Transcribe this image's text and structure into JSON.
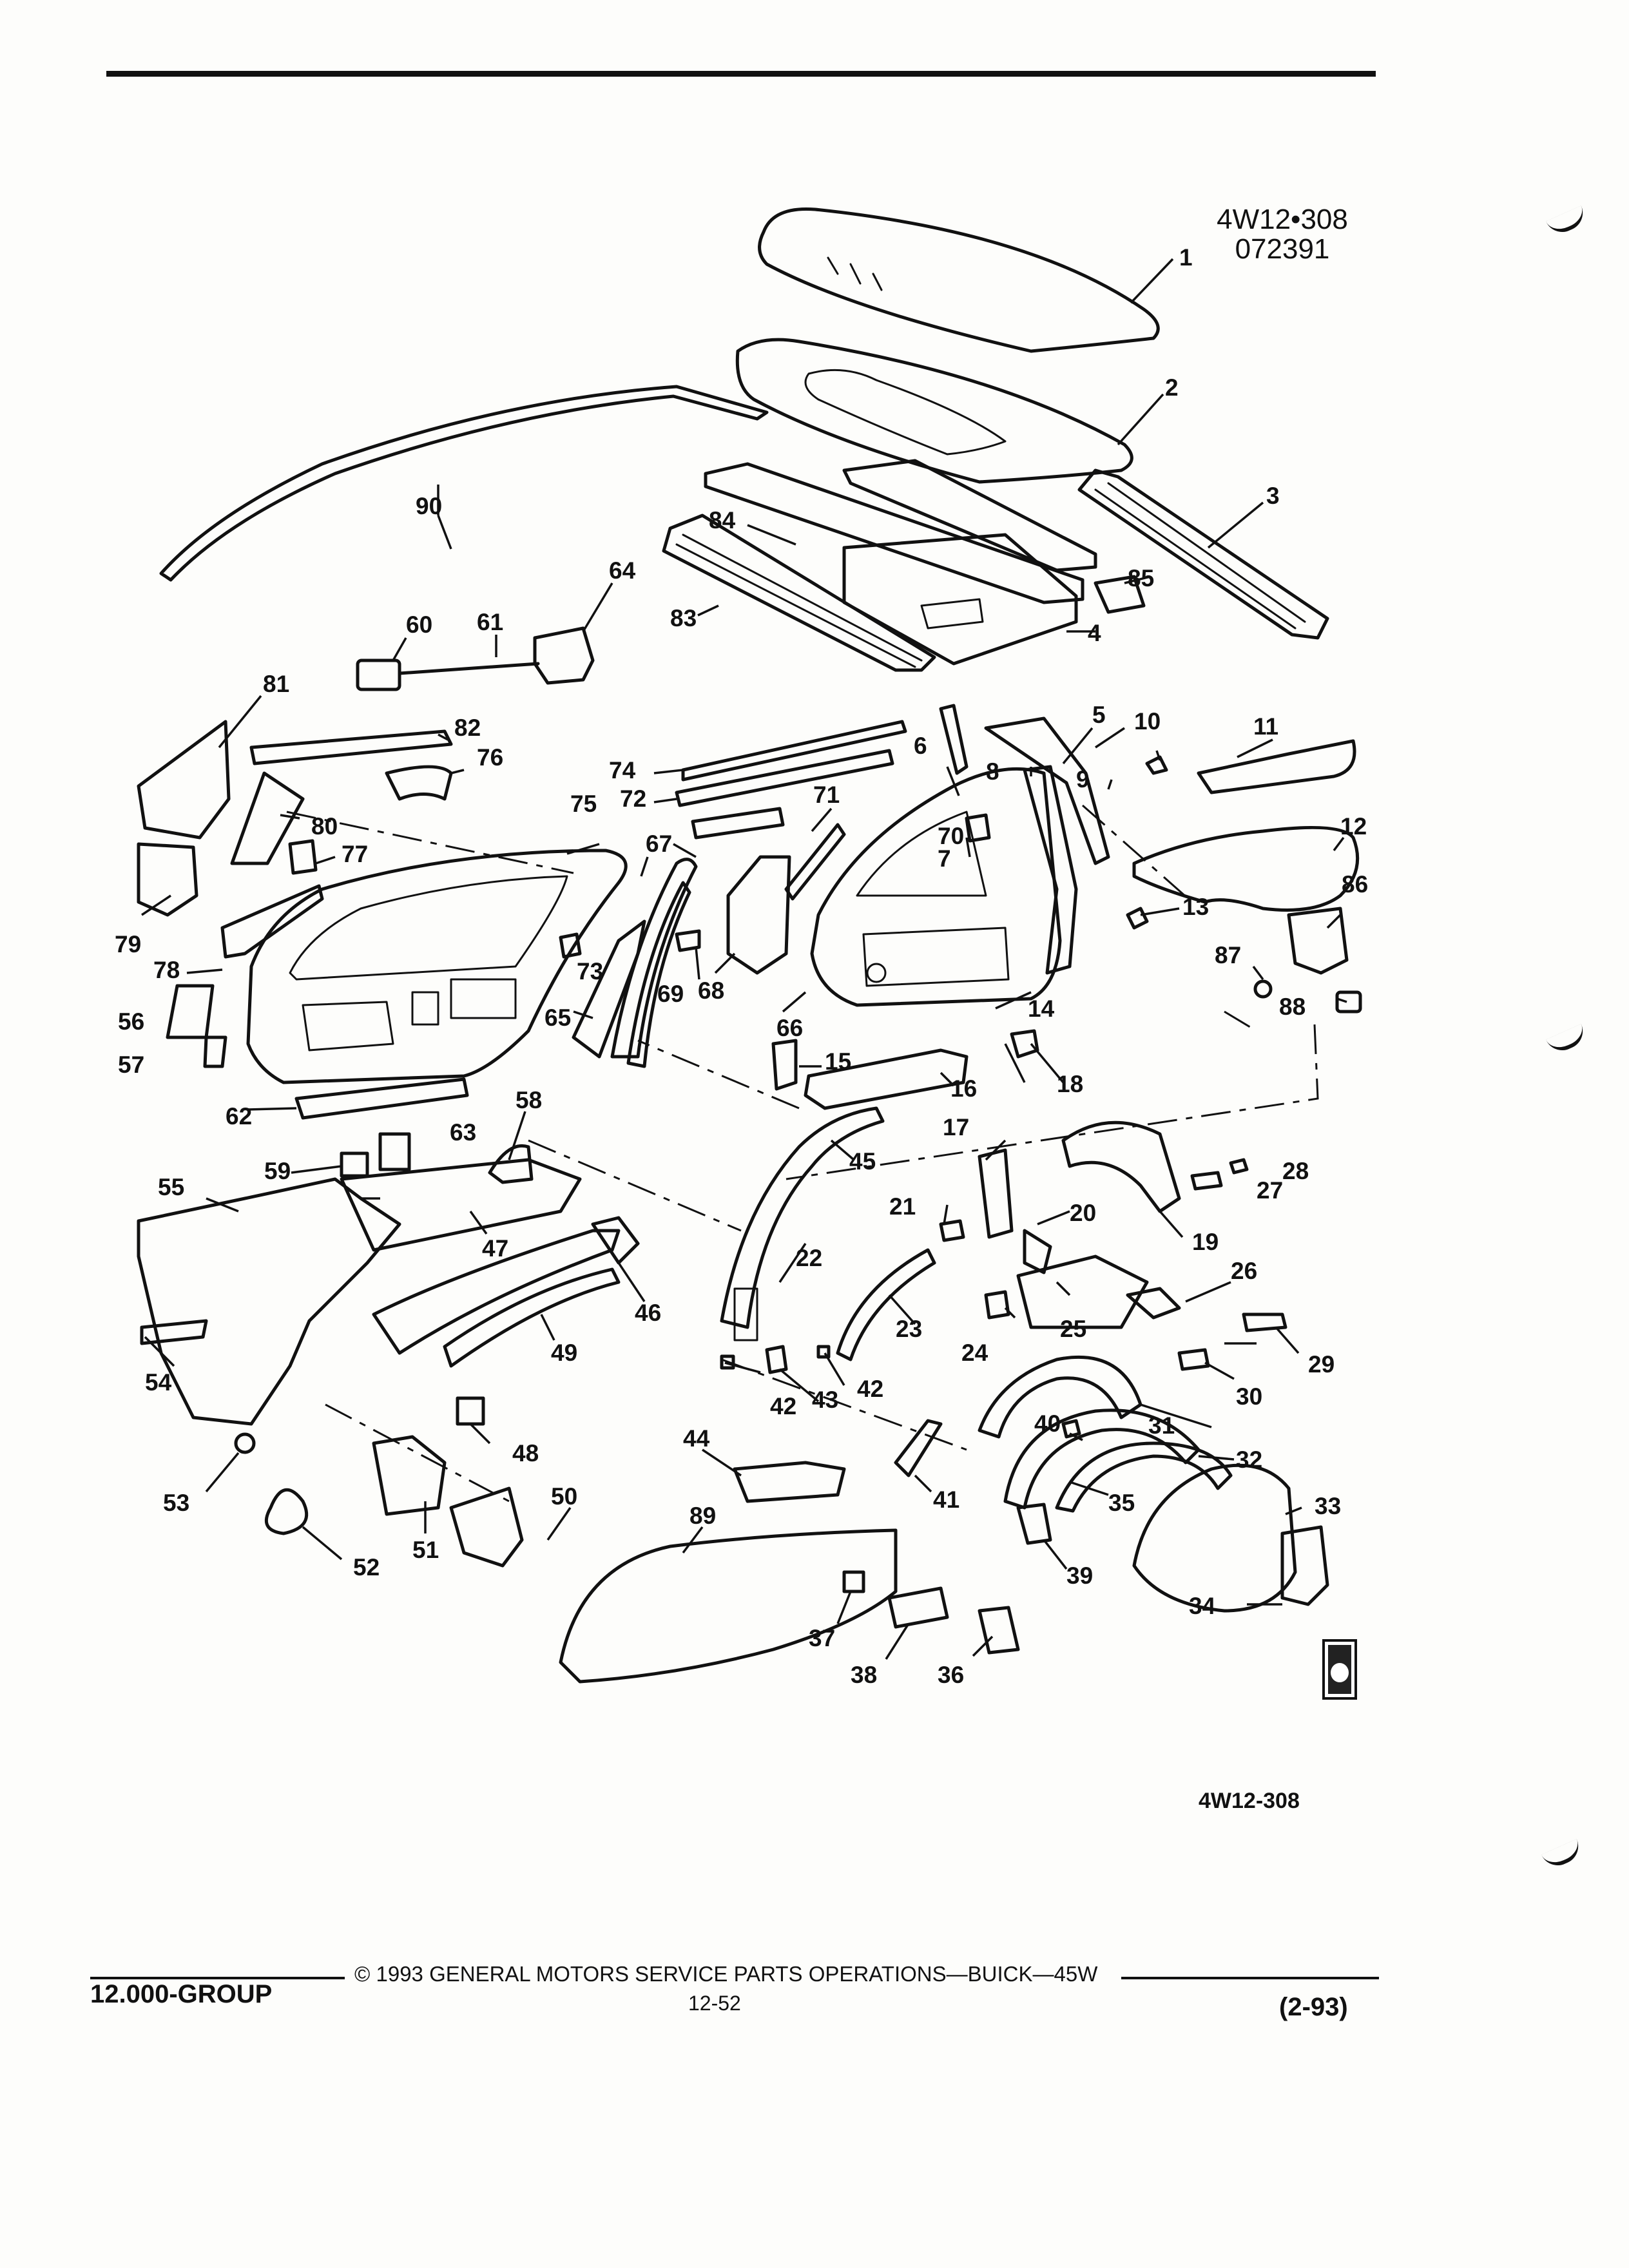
{
  "header": {
    "illustration_code": "4W12•308",
    "illustration_date": "072391"
  },
  "diagram": {
    "callouts": [
      "1",
      "2",
      "3",
      "4",
      "5",
      "6",
      "7",
      "8",
      "9",
      "10",
      "11",
      "12",
      "13",
      "14",
      "15",
      "16",
      "17",
      "18",
      "19",
      "20",
      "21",
      "22",
      "23",
      "24",
      "25",
      "26",
      "27",
      "28",
      "29",
      "30",
      "31",
      "32",
      "33",
      "34",
      "35",
      "36",
      "37",
      "38",
      "39",
      "40",
      "41",
      "42",
      "43",
      "44",
      "45",
      "46",
      "47",
      "48",
      "49",
      "50",
      "51",
      "52",
      "53",
      "54",
      "55",
      "56",
      "57",
      "58",
      "59",
      "60",
      "61",
      "62",
      "63",
      "64",
      "65",
      "66",
      "67",
      "68",
      "69",
      "70",
      "71",
      "72",
      "73",
      "74",
      "75",
      "76",
      "77",
      "78",
      "79",
      "80",
      "81",
      "82",
      "83",
      "84",
      "85",
      "86",
      "87",
      "88",
      "89",
      "90"
    ],
    "figure_code": "4W12-308"
  },
  "footer": {
    "group": "12.000-GROUP",
    "copyright": "©  1993  GENERAL MOTORS SERVICE PARTS OPERATIONS—BUICK—45W",
    "page_number": "12-52",
    "revision_date": "(2-93)"
  },
  "colors": {
    "ink": "#111111",
    "paper": "#fdfdfb"
  },
  "icons": {
    "publisher_logo": "gm-spo-logo-icon"
  }
}
